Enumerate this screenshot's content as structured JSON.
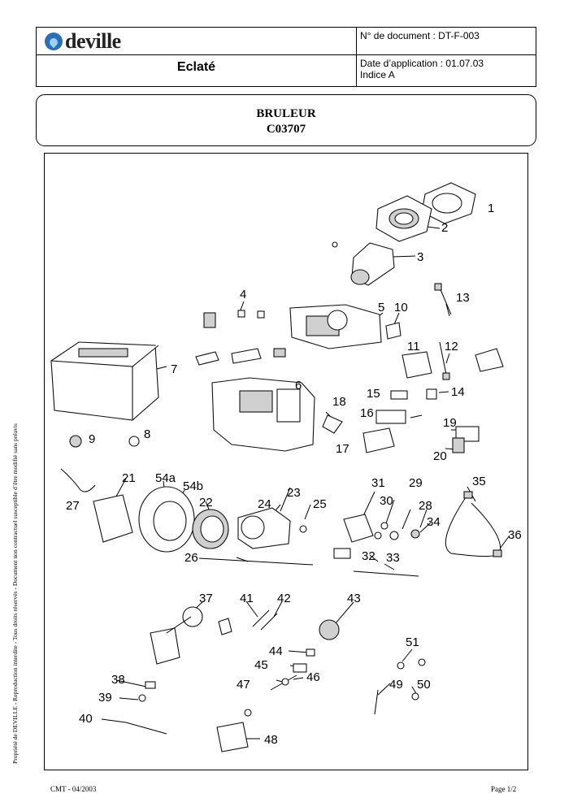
{
  "header": {
    "logo_text": "deville",
    "doc_number": "N° de document : DT-F-003",
    "doc_type": "Eclaté",
    "application_date": "Date d’application : 01.07.03",
    "index": "Indice A"
  },
  "title": {
    "line1": "BRULEUR",
    "line2": "C03707"
  },
  "parts_labels": [
    "1",
    "2",
    "3",
    "4",
    "5",
    "6",
    "7",
    "8",
    "9",
    "10",
    "11",
    "12",
    "13",
    "14",
    "15",
    "16",
    "17",
    "18",
    "19",
    "20",
    "21",
    "22",
    "23",
    "24",
    "25",
    "26",
    "27",
    "28",
    "29",
    "30",
    "31",
    "32",
    "33",
    "34",
    "35",
    "36",
    "37",
    "38",
    "39",
    "40",
    "41",
    "42",
    "43",
    "44",
    "45",
    "46",
    "47",
    "48",
    "49",
    "50",
    "51",
    "54a",
    "54b"
  ],
  "side_note": "Propriété de DEVILLE - Reproduction interdite - Tous droits réservés - Document non contractuel susceptible d’être modifié sans préavis",
  "footer": {
    "left": "CMT - 04/2003",
    "right": "Page 1/2"
  },
  "colors": {
    "logo_blue": "#2c6fb4",
    "logo_light": "#9fd0ee"
  }
}
